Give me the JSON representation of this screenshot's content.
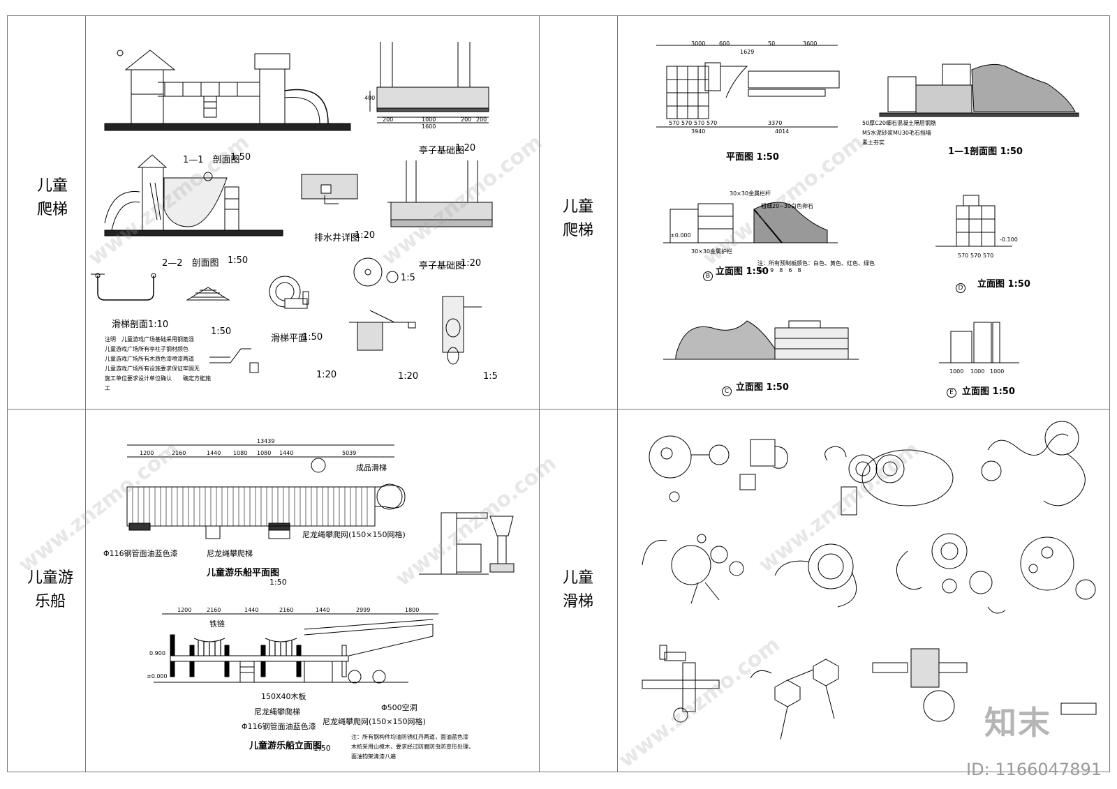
{
  "panels": {
    "climb1": {
      "label_line1": "儿童",
      "label_line2": "爬梯",
      "caption_section_1_1": "1—1　剖面图",
      "scale_section_1_1": "1:50",
      "caption_section_2_2": "2—2　剖面图",
      "scale_section_2_2": "1:50",
      "caption_pavilion_foundation_a": "亭子基础图",
      "scale_pavilion_foundation_a": "1:20",
      "caption_pavilion_foundation_b": "亭子基础图",
      "scale_pavilion_foundation_b": "1:20",
      "caption_drain": "排水井详图",
      "scale_drain": "1:20",
      "caption_slide_section": "滑梯剖面",
      "scale_slide_section": "1:10",
      "caption_slide_plan": "滑梯平面",
      "scale_slide_plan": "1:50",
      "detail_1_scale": "1:50",
      "detail_4_scale": "1:20",
      "detail_3_scale": "1:20",
      "detail_2_scale": "1:5",
      "detail_5_scale": "1:5",
      "dims_foundation": [
        "200",
        "1000",
        "200",
        "1600",
        "200",
        "400"
      ],
      "notes": [
        "注明　儿童游戏广场基础采用钢筋混",
        "儿童游戏广场所有亭柱子钢材颜色",
        "儿童游戏广场所有木质色漆喷漆两道",
        "儿童游戏广场所有设施要求保证牢固无",
        "施工单位要求设计单位确认　　确定方能施",
        "工"
      ]
    },
    "climb2": {
      "label_line1": "儿童",
      "label_line2": "爬梯",
      "caption_plan": "平面图 1:50",
      "caption_section": "1—1剖面图 1:50",
      "caption_elev_b": "立面图 1:50",
      "caption_elev_c": "立面图 1:50",
      "caption_elev_d": "立面图 1:50",
      "caption_elev_e": "立面图 1:50",
      "marker_b": "B",
      "marker_c": "C",
      "marker_d": "D",
      "marker_e": "E",
      "dims_plan_top": [
        "3000",
        "600",
        "1629",
        "50",
        "3600"
      ],
      "dims_plan_bottom": [
        "570",
        "570",
        "570",
        "570",
        "3370"
      ],
      "dims_plan_total": [
        "3940",
        "4014"
      ],
      "section_notes": [
        "50厚C20细石混凝土隔层钢筋",
        "M5水泥砂浆MU30毛石挡墙",
        "素土夯实"
      ],
      "elev_labels": [
        "30×30金属栏杆",
        "30×30金属护栏",
        "粗细20~30白色卵石",
        "±0.000",
        "-0.100"
      ],
      "dims_elev_e": [
        "1000",
        "1000",
        "1000"
      ],
      "dims_elev_d": [
        "570",
        "570",
        "570"
      ],
      "color_note": "注：所有预制板颜色：白色、黄色、红色、绿色",
      "color_note2": "10　9　8　6　8"
    },
    "boat": {
      "label_line1": "儿童游",
      "label_line2": "乐船",
      "caption_plan": "儿童游乐船平面图",
      "scale_plan": "1:50",
      "caption_elev": "儿童游乐船立面图",
      "scale_elev": "1:50",
      "plan_dims": [
        "1200",
        "2160",
        "1440",
        "1080",
        "1080",
        "1440",
        "5039"
      ],
      "plan_total": "13439",
      "elev_dims": [
        "1200",
        "2160",
        "1440",
        "2160",
        "1440",
        "2999",
        "1800"
      ],
      "label_slide": "成品滑梯",
      "label_net": "尼龙绳攀爬网(150×150网格)",
      "label_ladder": "尼龙绳攀爬梯",
      "label_pipe": "Φ116钢管面油蓝色漆",
      "label_chain": "铁链",
      "label_board": "150X40木板",
      "label_ladder2": "尼龙绳攀爬梯",
      "label_pipe2": "Φ116钢管面油蓝色漆",
      "label_net2": "尼龙绳攀爬网(150×150网格)",
      "label_hole": "Φ500空洞",
      "level_0900": "0.900",
      "level_0000": "±0.000",
      "note_lines": [
        "注：所有钢构件均油防锈红丹两道，面油蓝色漆",
        "木枋采用山樟木，要求经过防腐防虫防变形处理，",
        "面油钧架清漆八遍"
      ]
    },
    "slide": {
      "label_line1": "儿童",
      "label_line2": "滑梯"
    }
  },
  "watermark": {
    "logo": "知末",
    "id_text": "ID: 1166047891",
    "url": "www.znzmo.com"
  },
  "colors": {
    "line": "#000000",
    "frame": "#777777",
    "watermark": "#9a9a9a"
  }
}
